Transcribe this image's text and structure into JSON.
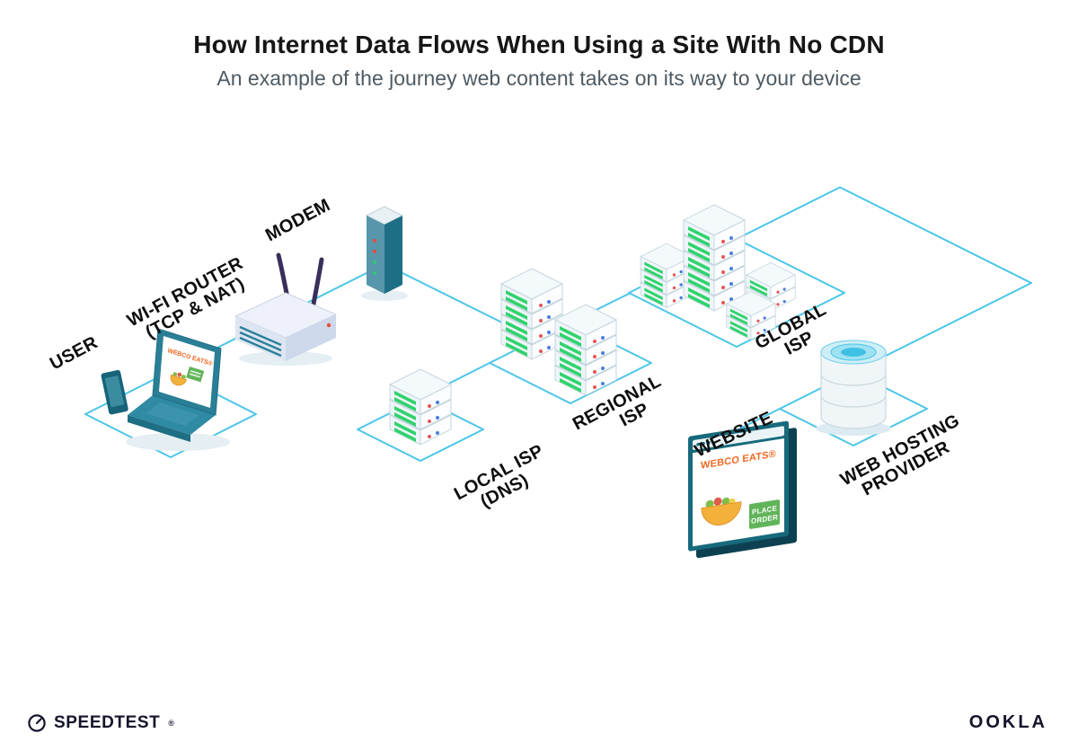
{
  "header": {
    "title": "How Internet Data Flows When Using a Site With No CDN",
    "subtitle": "An example of the journey web content takes on its way to your device"
  },
  "diagram": {
    "labels": {
      "user": "USER",
      "wifi_router_line1": "WI-FI ROUTER",
      "wifi_router_line2": "(TCP & NAT)",
      "modem": "MODEM",
      "local_isp_line1": "LOCAL ISP",
      "local_isp_line2": "(DNS)",
      "regional_isp_line1": "REGIONAL",
      "regional_isp_line2": "ISP",
      "global_isp_line1": "GLOBAL",
      "global_isp_line2": "ISP",
      "website": "WEBSITE",
      "web_hosting_line1": "WEB HOSTING",
      "web_hosting_line2": "PROVIDER"
    },
    "laptop_screen": {
      "brand": "WEBCO EATS®"
    },
    "website_screen": {
      "brand": "WEBCO EATS®",
      "button_line1": "PLACE",
      "button_line2": "ORDER"
    },
    "colors": {
      "connector": "#4cc6e8",
      "server_green": "#2fd36c",
      "teal_dark": "#1e6f85",
      "teal_mid": "#2a7f96",
      "orange": "#f26722",
      "label": "#0d0d0d"
    }
  },
  "footer": {
    "speedtest": "SPEEDTEST",
    "speedtest_mark": "®",
    "ookla": "OOKLA"
  }
}
